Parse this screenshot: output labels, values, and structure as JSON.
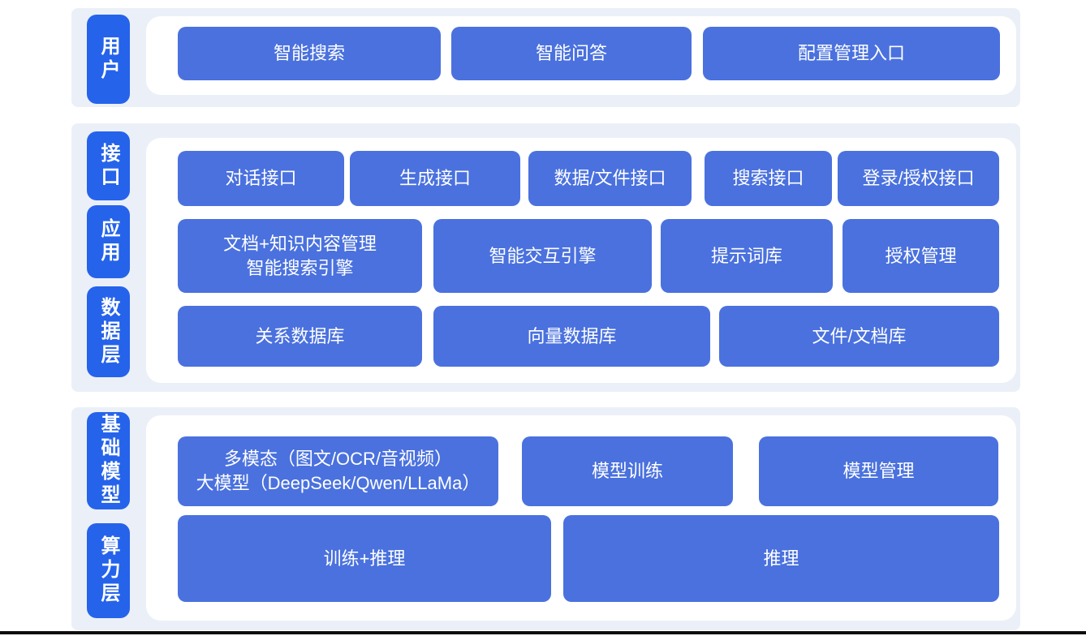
{
  "colors": {
    "band": "#ebf0f8",
    "panel": "#ffffff",
    "label_blue": "#2563eb",
    "block_blue": "#4a71de",
    "text_white": "#ffffff",
    "bottom_bar": "#0d0d0d"
  },
  "sections": [
    {
      "labels": [
        "用户"
      ],
      "rows": [
        [
          "智能搜索",
          "智能问答",
          "配置管理入口"
        ]
      ]
    },
    {
      "labels": [
        "接口",
        "应用",
        "数据层"
      ],
      "rows": [
        [
          "对话接口",
          "生成接口",
          "数据/文件接口",
          "搜索接口",
          "登录/授权接口"
        ],
        [
          "文档+知识内容管理\n智能搜索引擎",
          "智能交互引擎",
          "提示词库",
          "授权管理"
        ],
        [
          "关系数据库",
          "向量数据库",
          "文件/文档库"
        ]
      ]
    },
    {
      "labels": [
        "基础模型",
        "算力层"
      ],
      "rows": [
        [
          "多模态（图文/OCR/音视频）\n大模型（DeepSeek/Qwen/LLaMa）",
          "模型训练",
          "模型管理"
        ],
        [
          "训练+推理",
          "推理"
        ]
      ]
    }
  ]
}
